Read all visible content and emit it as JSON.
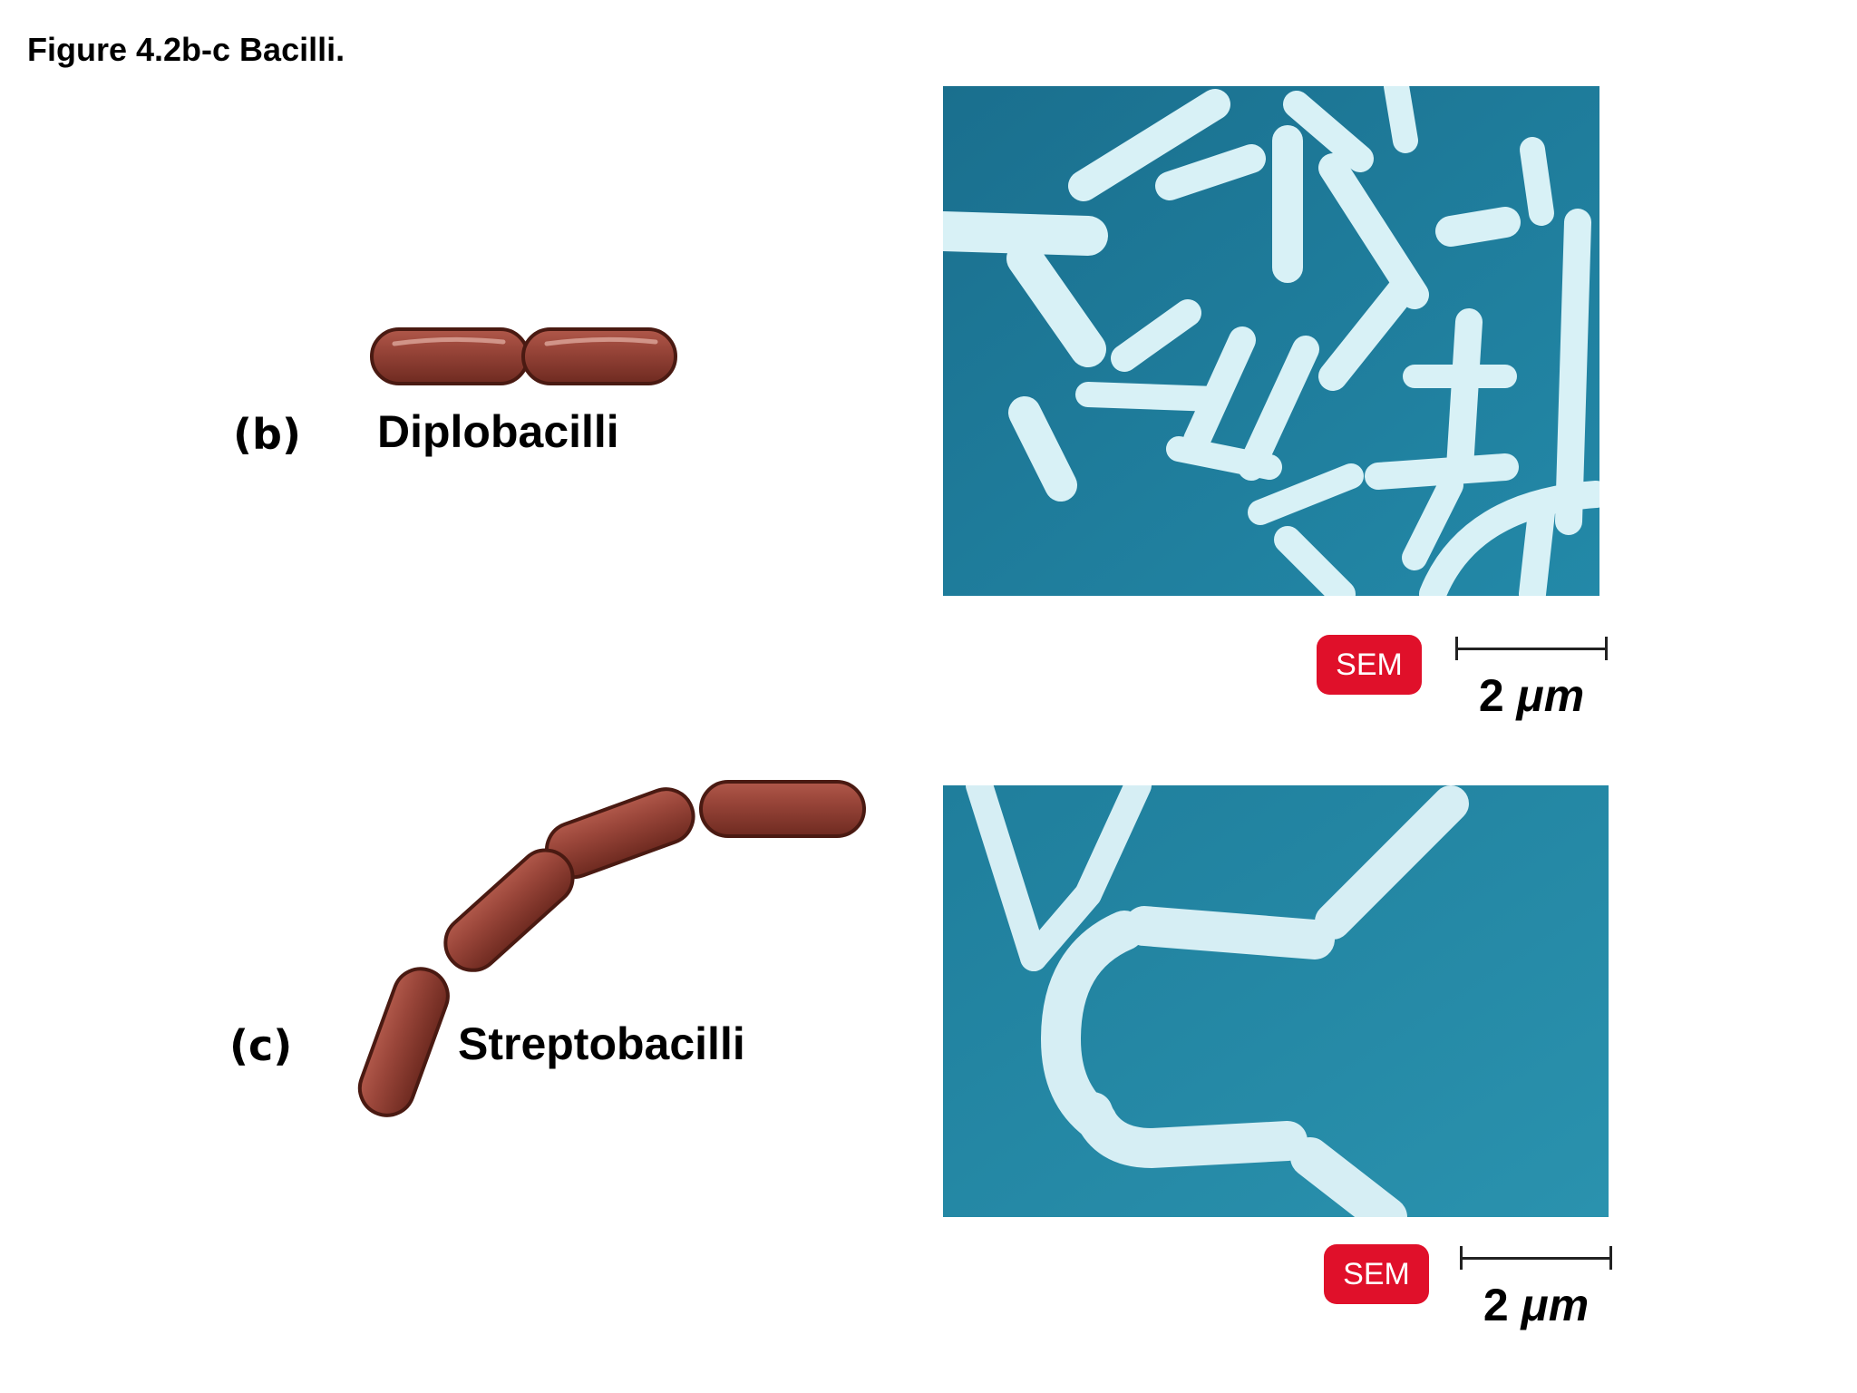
{
  "title": "Figure 4.2b-c  Bacilli.",
  "panels": [
    {
      "letter": "(b)",
      "name": "Diplobacilli",
      "badge": "SEM",
      "scale_value": "2",
      "scale_unit": "μm",
      "micrograph": "micrograph-bacilli"
    },
    {
      "letter": "(c)",
      "name": "Streptobacilli",
      "badge": "SEM",
      "scale_value": "2",
      "scale_unit": "μm",
      "micrograph": "micrograph-streptobacilli"
    }
  ],
  "colors": {
    "cell_fill": "#8c3a2e",
    "cell_outline": "#4a1a12",
    "micrograph_bg": "#1d7f9e",
    "micrograph_cell": "#e4f6fa",
    "badge": "#e0102a"
  }
}
